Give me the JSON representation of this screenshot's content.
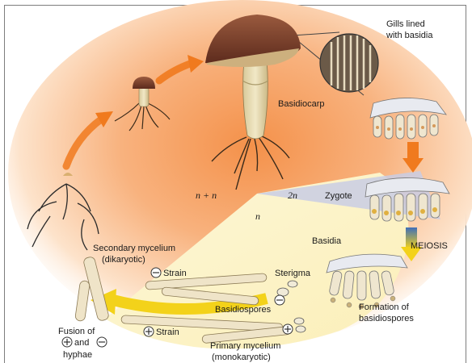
{
  "labels": {
    "gills_line1": "Gills lined",
    "gills_line2": "with basidia",
    "basidiocarp": "Basidiocarp",
    "ploidy_dikaryon": "n + n",
    "ploidy_diploid": "2n",
    "ploidy_haploid": "n",
    "zygote": "Zygote",
    "basidia": "Basidia",
    "meiosis": "MEIOSIS",
    "secondary_mycelium_line1": "Secondary mycelium",
    "secondary_mycelium_line2": "(dikaryotic)",
    "minus_strain": "Strain",
    "sterigma": "Sterigma",
    "basidiospores": "Basidiospores",
    "formation_line1": "Formation of",
    "formation_line2": "basidiospores",
    "plus_strain": "Strain",
    "fusion_line1": "Fusion of",
    "fusion_and": "and",
    "fusion_line3": "hyphae",
    "primary_mycelium_line1": "Primary mycelium",
    "primary_mycelium_line2": "(monokaryotic)"
  },
  "colors": {
    "dikaryon_region": "#f6a35c",
    "haploid_region": "#fbf3c8",
    "diploid_region": "#c9cce4",
    "arrow_orange": "#f07a1e",
    "arrow_yellow": "#f3d21a",
    "meiosis_arrow_blue": "#4f7fc4",
    "cap_brown": "#7a3b2a",
    "stalk_cream": "#e8dcb0"
  }
}
